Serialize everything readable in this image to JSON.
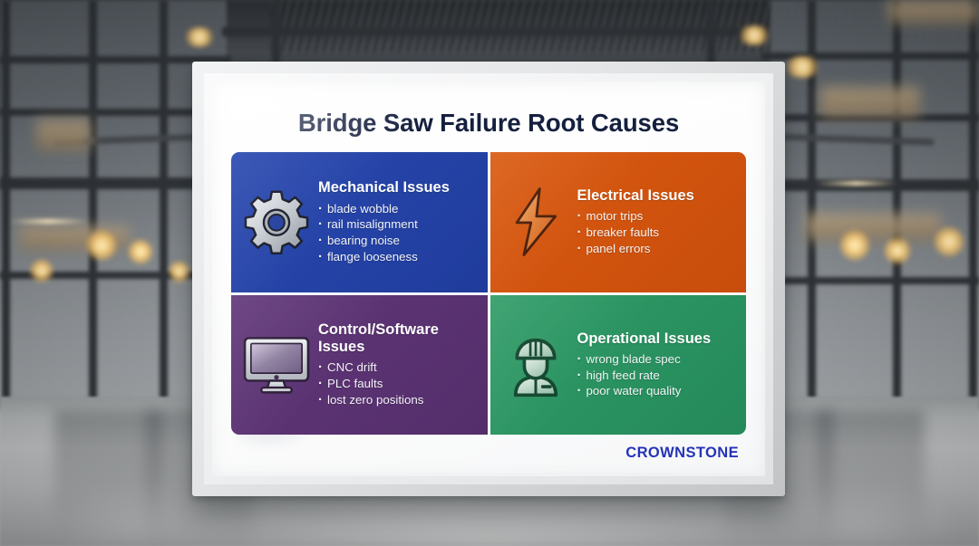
{
  "board": {
    "title": "Bridge Saw Failure Root Causes",
    "logo": "CROWNSTONE",
    "logo_color": "#2433b7",
    "background": "#ffffff"
  },
  "quadrants": [
    {
      "id": "mechanical",
      "title": "Mechanical Issues",
      "icon": "gear-icon",
      "color": "#2342a8",
      "position": "top-left",
      "bullets": [
        "blade wobble",
        "rail misalignment",
        "bearing noise",
        "flange looseness"
      ]
    },
    {
      "id": "electrical",
      "title": "Electrical Issues",
      "icon": "lightning-bolt-icon",
      "color": "#d1530f",
      "position": "top-right",
      "bullets": [
        "motor trips",
        "breaker faults",
        "panel errors"
      ]
    },
    {
      "id": "control-software",
      "title": "Control/Software Issues",
      "icon": "monitor-icon",
      "color": "#5b3273",
      "position": "bottom-left",
      "bullets": [
        "CNC drift",
        "PLC faults",
        "lost zero positions"
      ]
    },
    {
      "id": "operational",
      "title": "Operational Issues",
      "icon": "worker-hardhat-icon",
      "color": "#2a9360",
      "position": "bottom-right",
      "bullets": [
        "wrong blade spec",
        "high feed rate",
        "poor water quality"
      ]
    }
  ],
  "scene": {
    "setting": "blurred industrial interior with steel-framed glass walls and warm pendant lights",
    "frame_color": "#e3e5e6",
    "floor_color": "#bcbebf"
  }
}
